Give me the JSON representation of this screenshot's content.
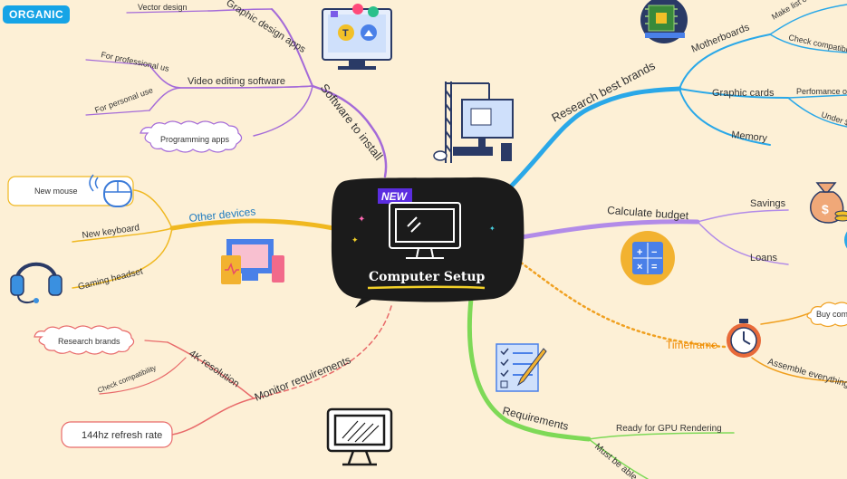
{
  "badge": "ORGANIC",
  "center": {
    "tag": "NEW",
    "title": "Computer Setup"
  },
  "software": {
    "label": "Software to install",
    "graphic": {
      "label": "Graphic design apps",
      "child": "Vector design"
    },
    "video": {
      "label": "Video editing software",
      "children": [
        "For professional us",
        "For personal use"
      ]
    },
    "programming": "Programming apps"
  },
  "brands": {
    "label": "Research best brands",
    "motherboards": {
      "label": "Motherboards",
      "children": [
        "Make list of best opt",
        "Check compatibili"
      ]
    },
    "graphics": {
      "label": "Graphic cards",
      "children": [
        "Perfomance o",
        "Under $"
      ]
    },
    "memory": "Memory"
  },
  "budget": {
    "label": "Calculate budget",
    "children": [
      "Savings",
      "Loans"
    ]
  },
  "timeframe": {
    "label": "Timeframe",
    "children": [
      "Buy com",
      "Assemble everything"
    ]
  },
  "requirements": {
    "label": "Requirements",
    "children": [
      "Ready for GPU Rendering",
      "Must be able"
    ]
  },
  "monitor": {
    "label": "Monitor requirements",
    "res": {
      "label": "4K resolution",
      "children": [
        "Research brands",
        "Check compatibility"
      ]
    },
    "refresh": "144hz refresh rate"
  },
  "devices": {
    "label": "Other devices",
    "children": [
      "New mouse",
      "New keyboard",
      "Gaming headset"
    ]
  },
  "colors": {
    "software": "#a46ad8",
    "brands": "#2aa8e8",
    "budget": "#b28be8",
    "timeframe": "#f0a020",
    "requirements": "#7ed957",
    "monitor": "#e86a6a",
    "devices": "#f0b820"
  }
}
